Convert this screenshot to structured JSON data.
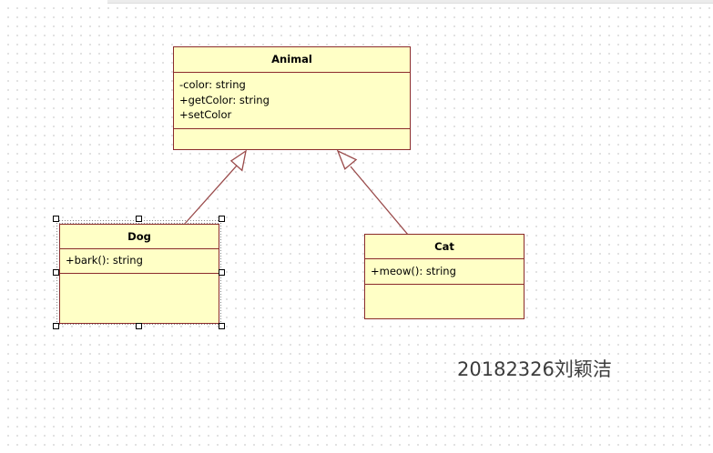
{
  "diagram": {
    "classes": [
      {
        "id": "animal",
        "name": "Animal",
        "attributes": [
          "-color: string",
          "+getColor: string",
          "+setColor"
        ],
        "operations": []
      },
      {
        "id": "dog",
        "name": "Dog",
        "attributes": [
          "+bark(): string"
        ],
        "operations": []
      },
      {
        "id": "cat",
        "name": "Cat",
        "attributes": [
          "+meow(): string"
        ],
        "operations": []
      }
    ],
    "generalizations": [
      {
        "from": "dog",
        "to": "animal"
      },
      {
        "from": "cat",
        "to": "animal"
      }
    ],
    "selected_class": "dog"
  },
  "annotation": {
    "text": "20182326刘颖洁"
  },
  "colors": {
    "class_fill": "#ffffc6",
    "class_border": "#8b2b2b",
    "connector": "#9a4b4b"
  }
}
